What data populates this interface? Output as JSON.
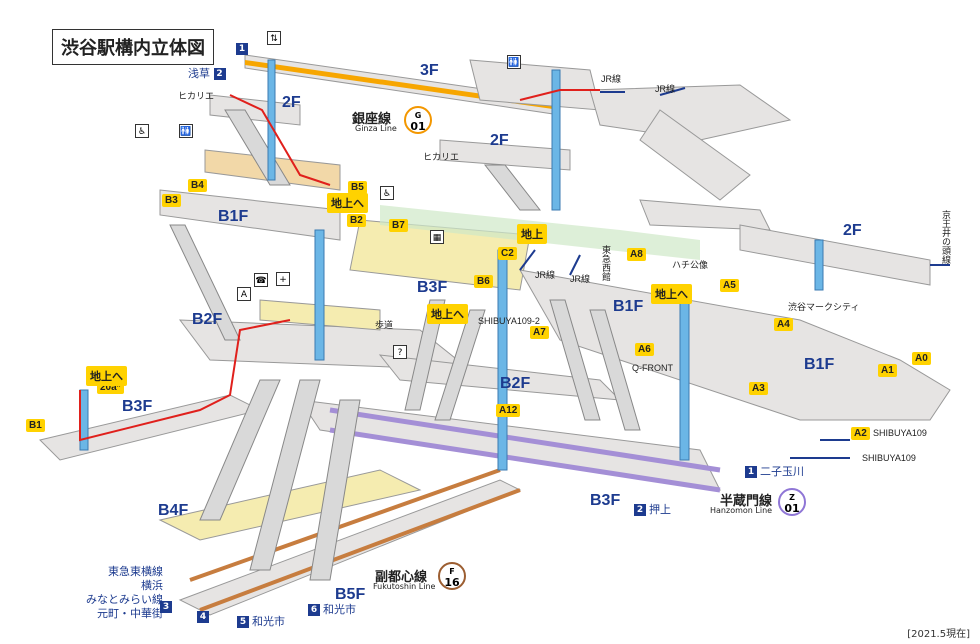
{
  "title": "渋谷駅構内立体図",
  "note": "[2021.5現在]",
  "floors": {
    "f3": "3F",
    "f2_left": "2F",
    "f2_mid": "2F",
    "f2_right": "2F",
    "b1_left": "B1F",
    "b1_mid": "B1F",
    "b1_right": "B1F",
    "b2_left": "B2F",
    "b2_mid": "B2F",
    "b3_left": "B3F",
    "b3_right": "B3F",
    "b3_top": "B3F",
    "b4": "B4F",
    "b5": "B5F"
  },
  "lines": {
    "ginza": {
      "name": "銀座線",
      "en": "Ginza Line",
      "code": "G",
      "num": "01",
      "color": "#f39700"
    },
    "hanzomon": {
      "name": "半蔵門線",
      "en": "Hanzomon Line",
      "code": "Z",
      "num": "01",
      "color": "#8f76d6"
    },
    "fukutoshin": {
      "name": "副都心線",
      "en": "Fukutoshin Line",
      "code": "F",
      "num": "16",
      "color": "#9c5e31"
    }
  },
  "directions": {
    "asakusa": {
      "num": "2",
      "label": "浅草"
    },
    "ginza1": {
      "num": "1",
      "label": ""
    },
    "futakotamagawa": {
      "num": "1",
      "label": "二子玉川"
    },
    "oshiage": {
      "num": "2",
      "label": "押上"
    },
    "wakoshi5": {
      "num": "5",
      "label": "和光市"
    },
    "wakoshi6": {
      "num": "6",
      "label": "和光市"
    },
    "n3": "3",
    "n4": "4",
    "toyoko_lines": [
      "東急東横線",
      "横浜",
      "みなとみらい線",
      "元町・中華街"
    ]
  },
  "places": {
    "hikarie1": "ヒカリエ",
    "hikarie2": "ヒカリエ",
    "jr1": "JR線",
    "jr2": "JR線",
    "jr3": "JR線",
    "jr4": "JR線",
    "keio": "京王井の頭線",
    "hachiko": "ハチ公像",
    "markcity": "渋谷マークシティ",
    "tokyu_west": "東急西館",
    "shibuya109_2": "SHIBUYA109-2",
    "qfront": "Q-FRONT",
    "shibuya109_a2": "SHIBUYA109",
    "shibuya109": "SHIBUYA109",
    "footpath": "歩道"
  },
  "exits": [
    "B1",
    "B3",
    "B4",
    "B5",
    "B2",
    "B7",
    "B6",
    "C2",
    "A8",
    "A5",
    "A4",
    "A7",
    "A6",
    "A3",
    "A1",
    "A0",
    "A2",
    "A12",
    "20a*"
  ],
  "to_ground": [
    "地上へ",
    "地上",
    "地上へ",
    "地上へ",
    "地上へ"
  ],
  "icons": [
    "elevator-icon",
    "toilet-icon",
    "atm-icon",
    "aed-icon",
    "phone-icon",
    "info-icon",
    "wheelchair-icon",
    "locker-icon"
  ]
}
